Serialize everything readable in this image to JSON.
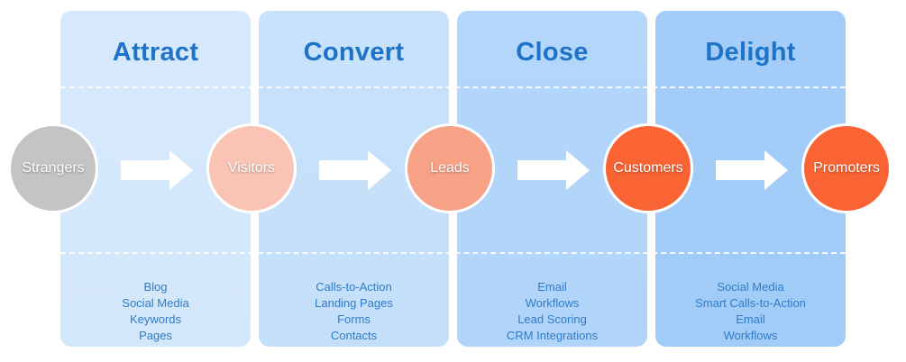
{
  "stages": [
    {
      "title": "Attract",
      "tools": [
        "Blog",
        "Social Media",
        "Keywords",
        "Pages"
      ]
    },
    {
      "title": "Convert",
      "tools": [
        "Calls-to-Action",
        "Landing Pages",
        "Forms",
        "Contacts"
      ]
    },
    {
      "title": "Close",
      "tools": [
        "Email",
        "Workflows",
        "Lead Scoring",
        "CRM Integrations"
      ]
    },
    {
      "title": "Delight",
      "tools": [
        "Social Media",
        "Smart Calls-to-Action",
        "Email",
        "Workflows"
      ]
    }
  ],
  "nodes": [
    {
      "label": "Strangers",
      "color": "#c4c4c4"
    },
    {
      "label": "Visitors",
      "color": "#f9c4b4"
    },
    {
      "label": "Leads",
      "color": "#f7a187"
    },
    {
      "label": "Customers",
      "color": "#fa6434"
    },
    {
      "label": "Promoters",
      "color": "#fa6434"
    }
  ],
  "colors": {
    "title": "#1e73c8",
    "tools_text": "#2f7bc9",
    "arrow": "#ffffff"
  }
}
